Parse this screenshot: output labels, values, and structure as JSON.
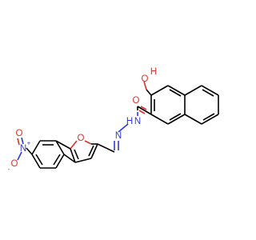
{
  "atoms": {
    "hydroxyl_o": "O",
    "hydroxyl_h": "H",
    "carbonyl_o": "O",
    "amide_n": "N",
    "amide_h": "H",
    "imine_n": "N",
    "furan_o": "O",
    "nitro_n": "N",
    "nitro_n_charge": "+",
    "nitro_o_top": "O",
    "nitro_o_bottom": "O",
    "nitro_o_charge": "-"
  },
  "colors": {
    "carbon": "#000000",
    "oxygen": "#e0312b",
    "nitrogen": "#2f3ad9",
    "background": "#ffffff"
  }
}
